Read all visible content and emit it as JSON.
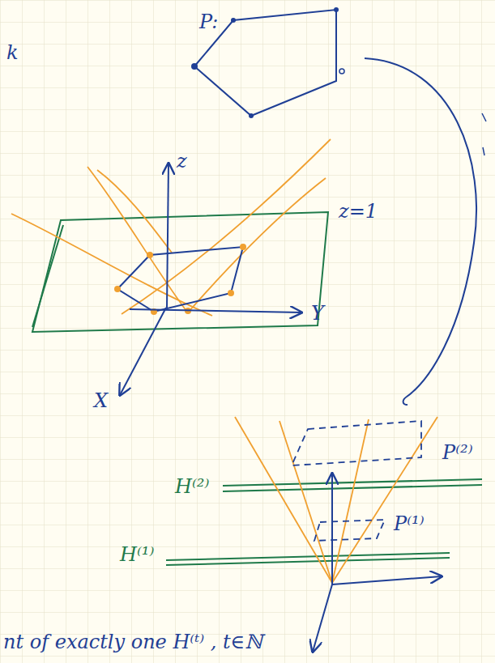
{
  "diagram": {
    "labels": [
      "k",
      "P:",
      "z",
      "z=1",
      "Y",
      "X",
      "H⁽²⁾",
      "P⁽²⁾",
      "H⁽¹⁾",
      "P⁽¹⁾",
      "nt of exactly one H⁽ᵗ⁾ , t∈ℕ"
    ]
  }
}
